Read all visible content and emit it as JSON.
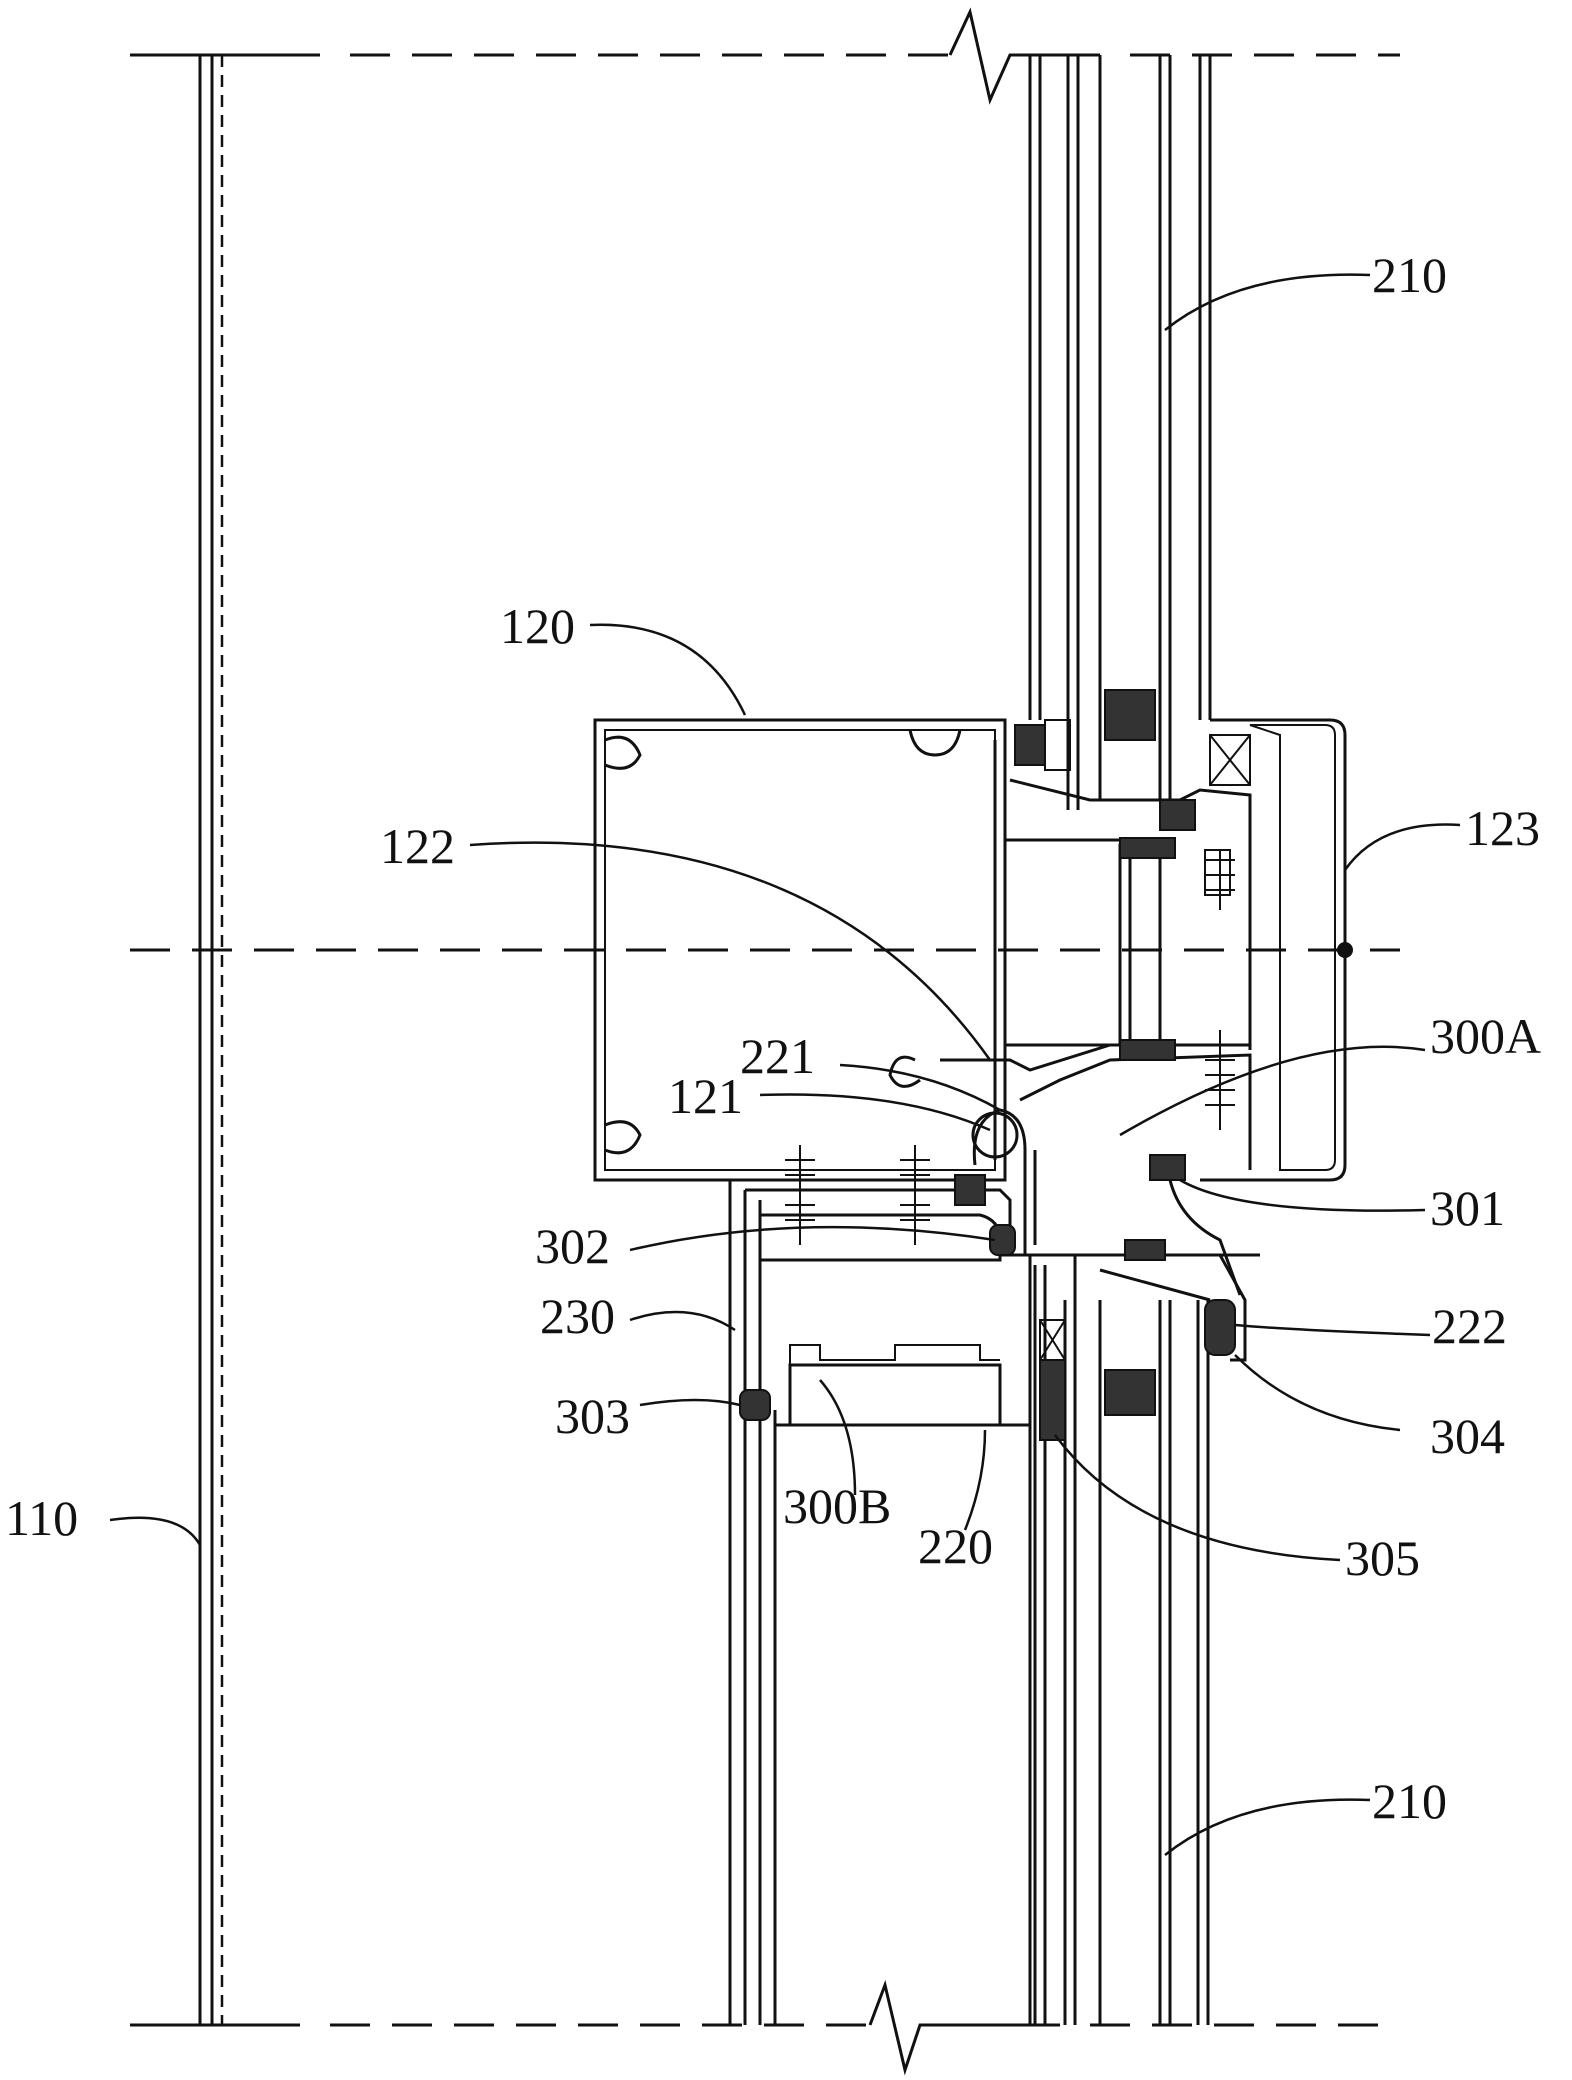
{
  "labels": {
    "l110": "110",
    "l120": "120",
    "l121": "121",
    "l122": "122",
    "l123": "123",
    "l210_top": "210",
    "l210_bottom": "210",
    "l220": "220",
    "l221": "221",
    "l222": "222",
    "l230": "230",
    "l300A": "300A",
    "l300B": "300B",
    "l301": "301",
    "l302": "302",
    "l303": "303",
    "l304": "304",
    "l305": "305"
  }
}
